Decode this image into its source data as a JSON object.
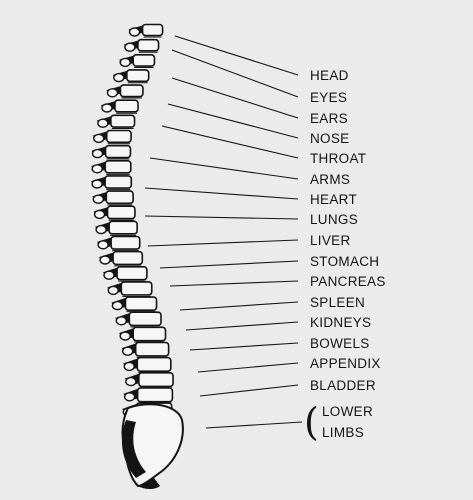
{
  "diagram": {
    "labels": [
      "HEAD",
      "EYES",
      "EARS",
      "NOSE",
      "THROAT",
      "ARMS",
      "HEART",
      "LUNGS",
      "LIVER",
      "STOMACH",
      "PANCREAS",
      "SPLEEN",
      "KIDNEYS",
      "BOWELS",
      "APPENDIX",
      "BLADDER",
      "LOWER",
      "LIMBS"
    ],
    "bracket": "(",
    "colors": {
      "ink": "#141414",
      "background": "#ebebeb"
    }
  }
}
